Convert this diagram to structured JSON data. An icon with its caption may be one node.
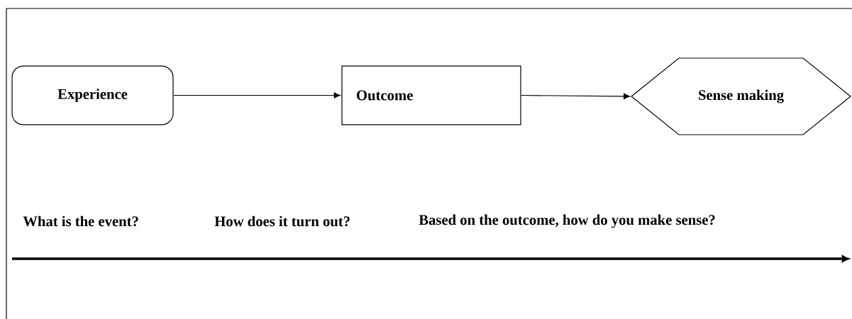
{
  "diagram": {
    "nodes": [
      {
        "text": [
          "Experience"
        ]
      },
      {
        "text": [
          "Outcome"
        ]
      },
      {
        "text": [
          "Sense making"
        ]
      }
    ],
    "edges": [
      {
        "from": 0,
        "to": 1,
        "arrow": "to"
      },
      {
        "from": 1,
        "to": 2,
        "arrow": "to"
      }
    ],
    "labels": [
      "What is the event?",
      "How does it turn out?",
      "Based on the outcome, how do you make sense?"
    ]
  }
}
